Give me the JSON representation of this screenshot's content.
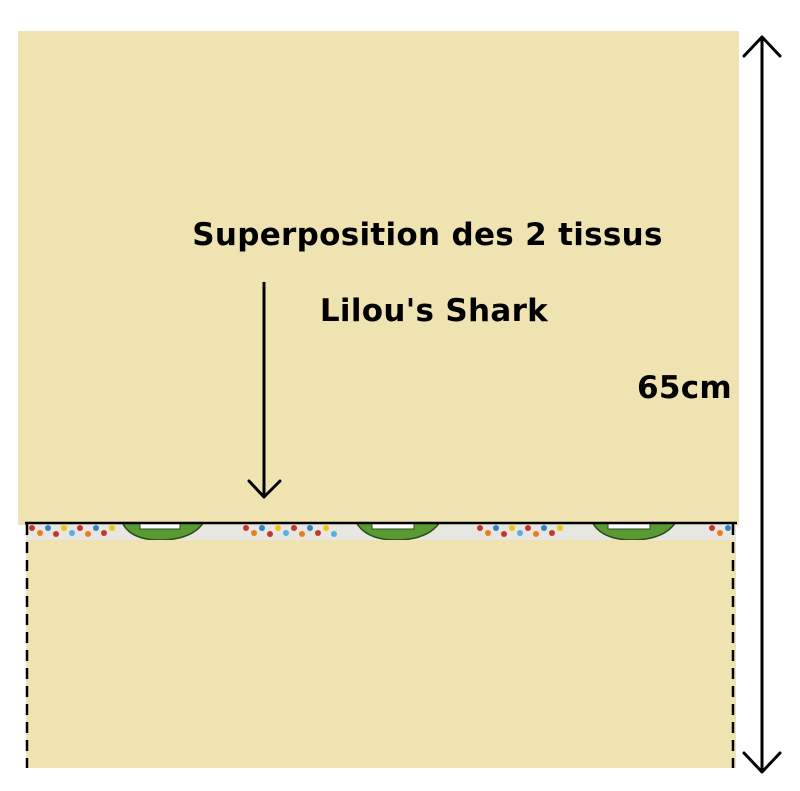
{
  "labels": {
    "overlap_text": "Superposition des 2 tissus",
    "fabric_name": "Lilou's Shark",
    "height_dimension": "65cm"
  },
  "colors": {
    "fabric_main": "#efe4b1",
    "background": "#ffffff",
    "ink": "#000000",
    "print_band": "#e8e6e0",
    "print_green": "#5a9a32"
  },
  "icons": {
    "dimension_arrow": "double-headed-vertical-arrow",
    "pointer_arrow": "down-arrow"
  }
}
